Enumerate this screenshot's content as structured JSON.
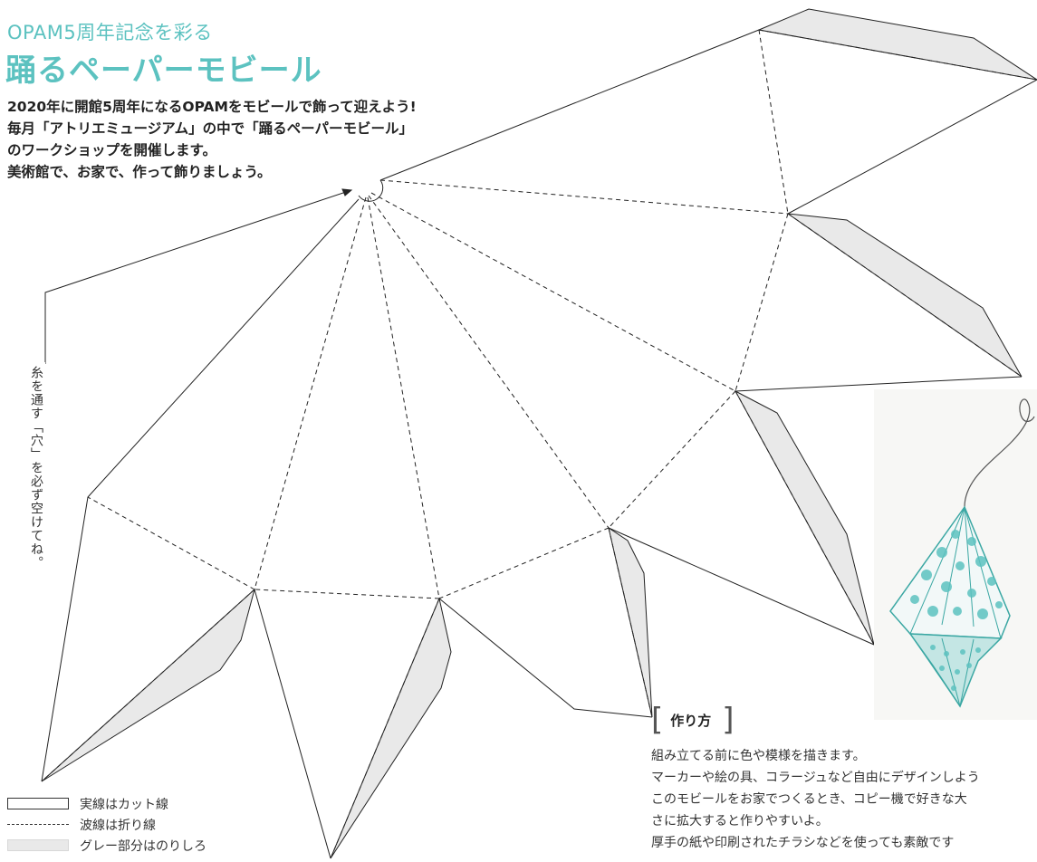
{
  "header": {
    "subtitle": "OPAM5周年記念を彩る",
    "title": "踊るペーパーモビール"
  },
  "intro": {
    "lines": [
      "2020年に開館5周年になるOPAMをモビールで飾って迎えよう!",
      "毎月「アトリエミュージアム」の中で「踊るペーパーモビール」",
      "のワークショップを開催します。",
      "美術館で、お家で、作って飾りましょう。"
    ]
  },
  "note": {
    "hole": "糸を通す「穴」を必ず空けてね。"
  },
  "legend": {
    "solid": "実線はカット線",
    "dashed": "波線は折り線",
    "gray": "グレー部分はのりしろ"
  },
  "howto": {
    "heading": "作り方",
    "lines": [
      "組み立てる前に色や模様を描きます。",
      "マーカーや絵の具、コラージュなど自由にデザインしよう",
      "このモビールをお家でつくるとき、コピー機で好きな大",
      "さに拡大すると作りやすいよ。",
      "厚手の紙や印刷されたチラシなどを使っても素敵です"
    ]
  },
  "colors": {
    "accent": "#5cc2c0",
    "glue_gray": "#e9e9e9",
    "line": "#222222"
  }
}
